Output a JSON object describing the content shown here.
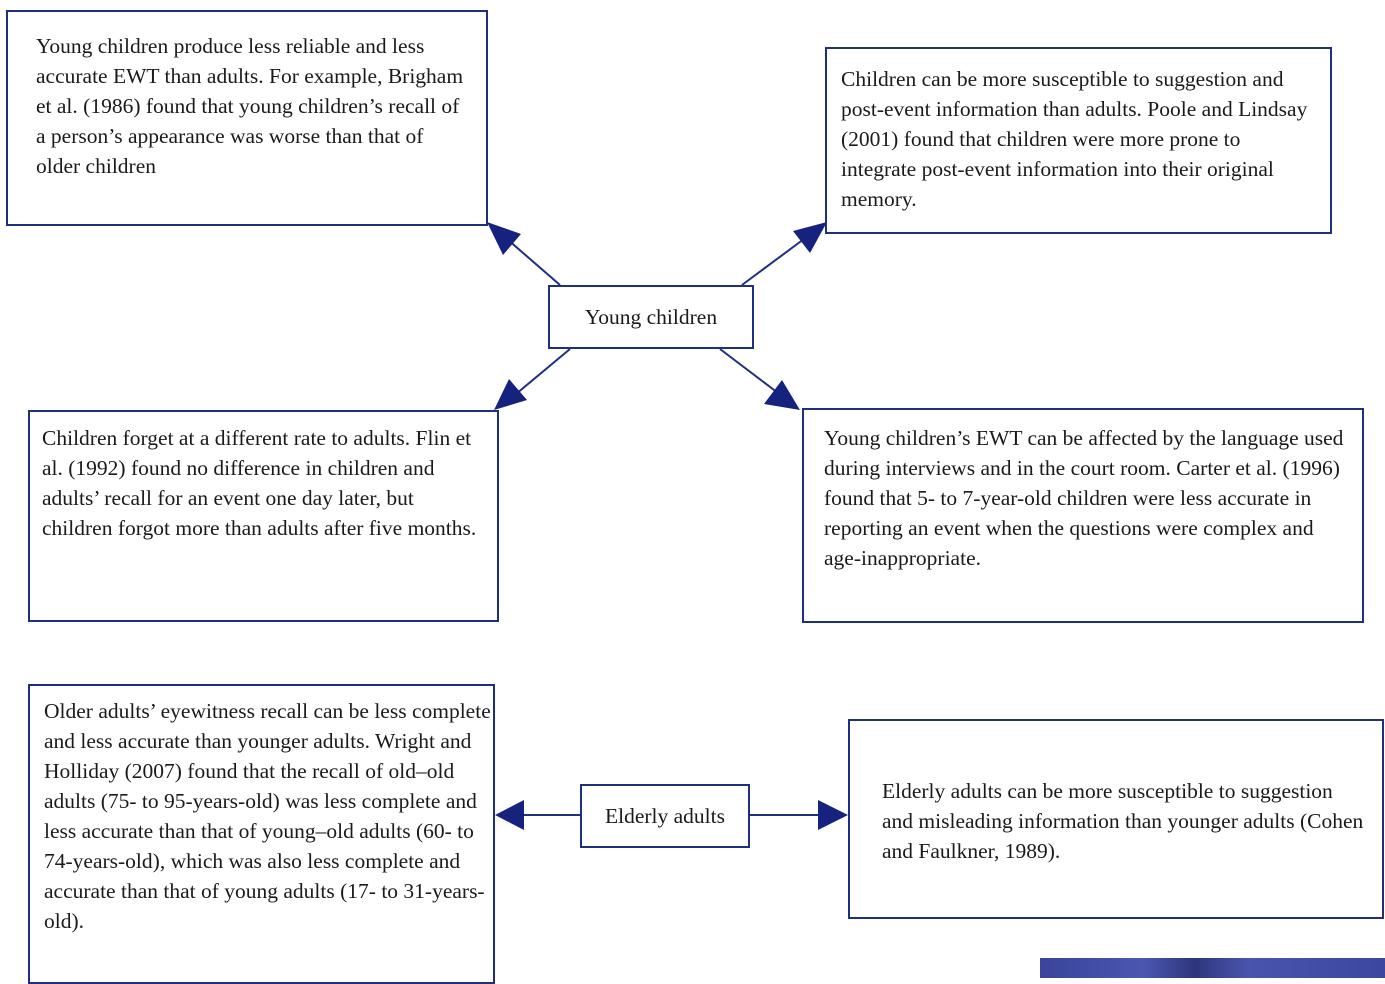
{
  "young_children": {
    "hub_label": "Young children",
    "top_left": "Young children produce less reliable and less accurate EWT than adults. For example, Brigham et al. (1986) found that young children’s recall of a person’s appearance was worse than that of older children",
    "top_right": "Children can be more susceptible to suggestion and post-event information than adults. Poole and Lindsay (2001) found that children were more prone to integrate post-event information into their original memory.",
    "bottom_left": "Children forget at a different rate to adults. Flin et al. (1992) found no difference in children and adults’ recall for an event one day later, but children forgot more than adults after five months.",
    "bottom_right": "Young children’s EWT can be affected by the language used during interviews and in the court room. Carter et al. (1996) found that 5- to 7-year-old children were less accurate in reporting an event when the questions were complex and age-inappropriate."
  },
  "elderly_adults": {
    "hub_label": "Elderly adults",
    "left": "Older adults’ eyewitness recall can be less complete and less accurate than younger adults. Wright and Holliday (2007) found that the recall of old–old adults (75- to 95-years-old) was less complete and less accurate than that of young–old adults (60- to 74-years-old), which was also less complete and accurate than that of young adults (17- to 31-years-old).",
    "right": "Elderly adults can be more susceptible to suggestion and misleading information than younger adults (Cohen and Faulkner, 1989)."
  },
  "colors": {
    "border": "#1f2f80",
    "arrow": "#16237e"
  }
}
